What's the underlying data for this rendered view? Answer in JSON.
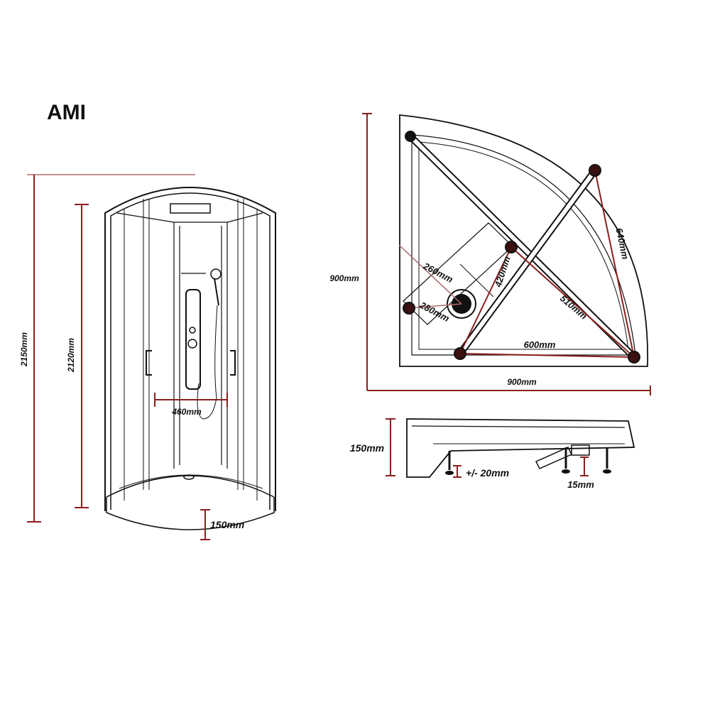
{
  "title": "AMI",
  "front_view": {
    "overall_height": "2150mm",
    "enclosure_height": "2120mm",
    "column_width": "460mm",
    "tray_height": "150mm"
  },
  "plan_view": {
    "depth": "900mm",
    "width": "900mm",
    "dim_260": "260mm",
    "dim_280": "280mm",
    "dim_420": "420mm",
    "dim_640": "640mm",
    "dim_510": "510mm",
    "dim_600": "600mm"
  },
  "side_view": {
    "tray_height": "150mm",
    "leg_adjust": "+/- 20mm",
    "leg_dim": "15mm"
  },
  "colors": {
    "ink": "#111111",
    "dimension": "#8a1f1f",
    "foot_marker": "#3a1010"
  }
}
